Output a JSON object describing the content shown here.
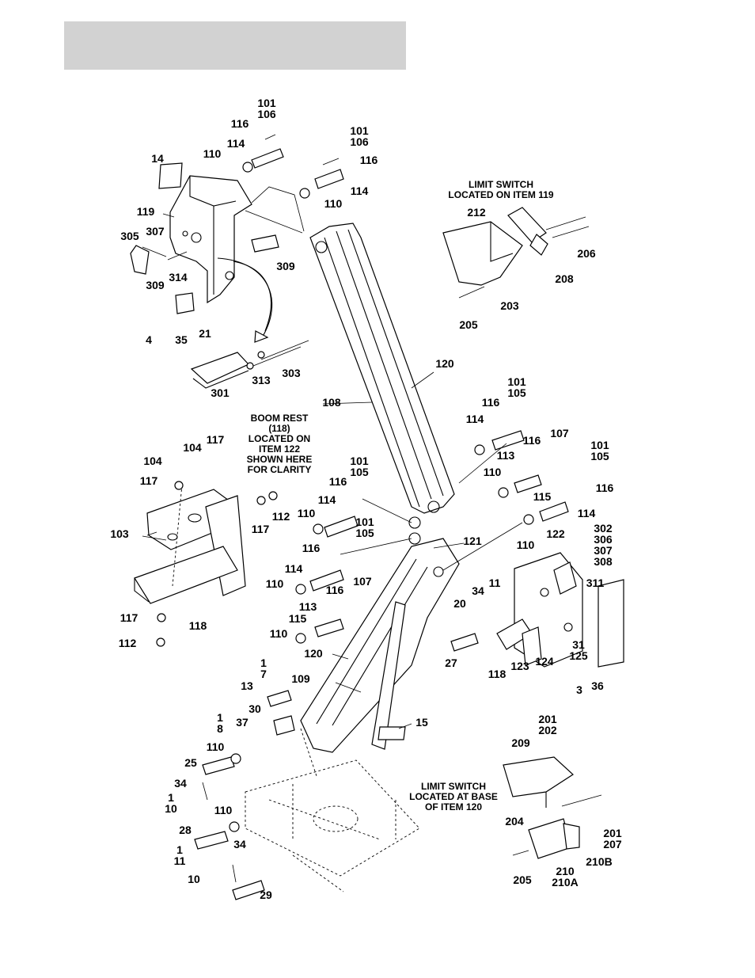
{
  "callouts": [
    {
      "id": "c-101-106-a",
      "text": "101\n106"
    },
    {
      "id": "c-116-a",
      "text": "116"
    },
    {
      "id": "c-114-a",
      "text": "114"
    },
    {
      "id": "c-110-a",
      "text": "110"
    },
    {
      "id": "c-14",
      "text": "14"
    },
    {
      "id": "c-101-106-b",
      "text": "101\n106"
    },
    {
      "id": "c-116-b",
      "text": "116"
    },
    {
      "id": "c-114-b",
      "text": "114"
    },
    {
      "id": "c-110-b",
      "text": "110"
    },
    {
      "id": "c-119",
      "text": "119"
    },
    {
      "id": "c-305",
      "text": "305"
    },
    {
      "id": "c-307",
      "text": "307"
    },
    {
      "id": "c-309-a",
      "text": "309"
    },
    {
      "id": "c-314",
      "text": "314"
    },
    {
      "id": "c-309-b",
      "text": "309"
    },
    {
      "id": "c-4",
      "text": "4"
    },
    {
      "id": "c-35",
      "text": "35"
    },
    {
      "id": "c-21",
      "text": "21"
    },
    {
      "id": "c-303",
      "text": "303"
    },
    {
      "id": "c-313",
      "text": "313"
    },
    {
      "id": "c-301",
      "text": "301"
    },
    {
      "id": "c-212",
      "text": "212"
    },
    {
      "id": "c-206",
      "text": "206"
    },
    {
      "id": "c-208",
      "text": "208"
    },
    {
      "id": "c-203",
      "text": "203"
    },
    {
      "id": "c-205-a",
      "text": "205"
    },
    {
      "id": "c-120-a",
      "text": "120"
    },
    {
      "id": "c-108",
      "text": "108"
    },
    {
      "id": "c-101-105-a",
      "text": "101\n105"
    },
    {
      "id": "c-116-c",
      "text": "116"
    },
    {
      "id": "c-114-c",
      "text": "114"
    },
    {
      "id": "c-116-d",
      "text": "116"
    },
    {
      "id": "c-107-a",
      "text": "107"
    },
    {
      "id": "c-113-a",
      "text": "113"
    },
    {
      "id": "c-110-c",
      "text": "110"
    },
    {
      "id": "c-115-a",
      "text": "115"
    },
    {
      "id": "c-101-105-b",
      "text": "101\n105"
    },
    {
      "id": "c-116-e",
      "text": "116"
    },
    {
      "id": "c-114-d",
      "text": "114"
    },
    {
      "id": "c-104-a",
      "text": "104"
    },
    {
      "id": "c-117-a",
      "text": "117"
    },
    {
      "id": "c-104-b",
      "text": "104"
    },
    {
      "id": "c-117-b",
      "text": "117"
    },
    {
      "id": "c-101-105-c",
      "text": "101\n105"
    },
    {
      "id": "c-116-f",
      "text": "116"
    },
    {
      "id": "c-114-e",
      "text": "114"
    },
    {
      "id": "c-110-d",
      "text": "110"
    },
    {
      "id": "c-112-a",
      "text": "112"
    },
    {
      "id": "c-117-c",
      "text": "117"
    },
    {
      "id": "c-103",
      "text": "103"
    },
    {
      "id": "c-101-105-d",
      "text": "101\n105"
    },
    {
      "id": "c-116-g",
      "text": "116"
    },
    {
      "id": "c-121",
      "text": "121"
    },
    {
      "id": "c-110-e",
      "text": "110"
    },
    {
      "id": "c-122",
      "text": "122"
    },
    {
      "id": "c-302-306-307-308",
      "text": "302\n306\n307\n308"
    },
    {
      "id": "c-114-f",
      "text": "114"
    },
    {
      "id": "c-110-f",
      "text": "110"
    },
    {
      "id": "c-116-h",
      "text": "116"
    },
    {
      "id": "c-107-b",
      "text": "107"
    },
    {
      "id": "c-113-b",
      "text": "113"
    },
    {
      "id": "c-115-b",
      "text": "115"
    },
    {
      "id": "c-110-g",
      "text": "110"
    },
    {
      "id": "c-117-d",
      "text": "117"
    },
    {
      "id": "c-118-a",
      "text": "118"
    },
    {
      "id": "c-112-b",
      "text": "112"
    },
    {
      "id": "c-120-b",
      "text": "120"
    },
    {
      "id": "c-34-a",
      "text": "34"
    },
    {
      "id": "c-11-a",
      "text": "11"
    },
    {
      "id": "c-20",
      "text": "20"
    },
    {
      "id": "c-311",
      "text": "311"
    },
    {
      "id": "c-27",
      "text": "27"
    },
    {
      "id": "c-118-b",
      "text": "118"
    },
    {
      "id": "c-123",
      "text": "123"
    },
    {
      "id": "c-124",
      "text": "124"
    },
    {
      "id": "c-31-125",
      "text": "31\n125"
    },
    {
      "id": "c-3",
      "text": "3"
    },
    {
      "id": "c-36",
      "text": "36"
    },
    {
      "id": "c-1-7",
      "text": "1\n7"
    },
    {
      "id": "c-13",
      "text": "13"
    },
    {
      "id": "c-109",
      "text": "109"
    },
    {
      "id": "c-30",
      "text": "30"
    },
    {
      "id": "c-1-8",
      "text": "1\n8"
    },
    {
      "id": "c-37",
      "text": "37"
    },
    {
      "id": "c-15",
      "text": "15"
    },
    {
      "id": "c-110-h",
      "text": "110"
    },
    {
      "id": "c-25",
      "text": "25"
    },
    {
      "id": "c-201-202",
      "text": "201\n202"
    },
    {
      "id": "c-209",
      "text": "209"
    },
    {
      "id": "c-34-b",
      "text": "34"
    },
    {
      "id": "c-1-10",
      "text": "1\n10"
    },
    {
      "id": "c-110-i",
      "text": "110"
    },
    {
      "id": "c-204",
      "text": "204"
    },
    {
      "id": "c-28",
      "text": "28"
    },
    {
      "id": "c-201-207",
      "text": "201\n207"
    },
    {
      "id": "c-1-11",
      "text": "1\n11"
    },
    {
      "id": "c-34-c",
      "text": "34"
    },
    {
      "id": "c-210-210a",
      "text": "210\n210A"
    },
    {
      "id": "c-210b",
      "text": "210B"
    },
    {
      "id": "c-10",
      "text": "10"
    },
    {
      "id": "c-205-b",
      "text": "205"
    },
    {
      "id": "c-29",
      "text": "29"
    }
  ],
  "notes": {
    "limit_switch_top": "LIMIT SWITCH\nLOCATED ON ITEM 119",
    "boom_rest": "BOOM REST\n(118)\nLOCATED ON\nITEM 122\nSHOWN HERE\nFOR CLARITY",
    "limit_switch_bottom": "LIMIT SWITCH\nLOCATED AT BASE\nOF ITEM 120"
  }
}
